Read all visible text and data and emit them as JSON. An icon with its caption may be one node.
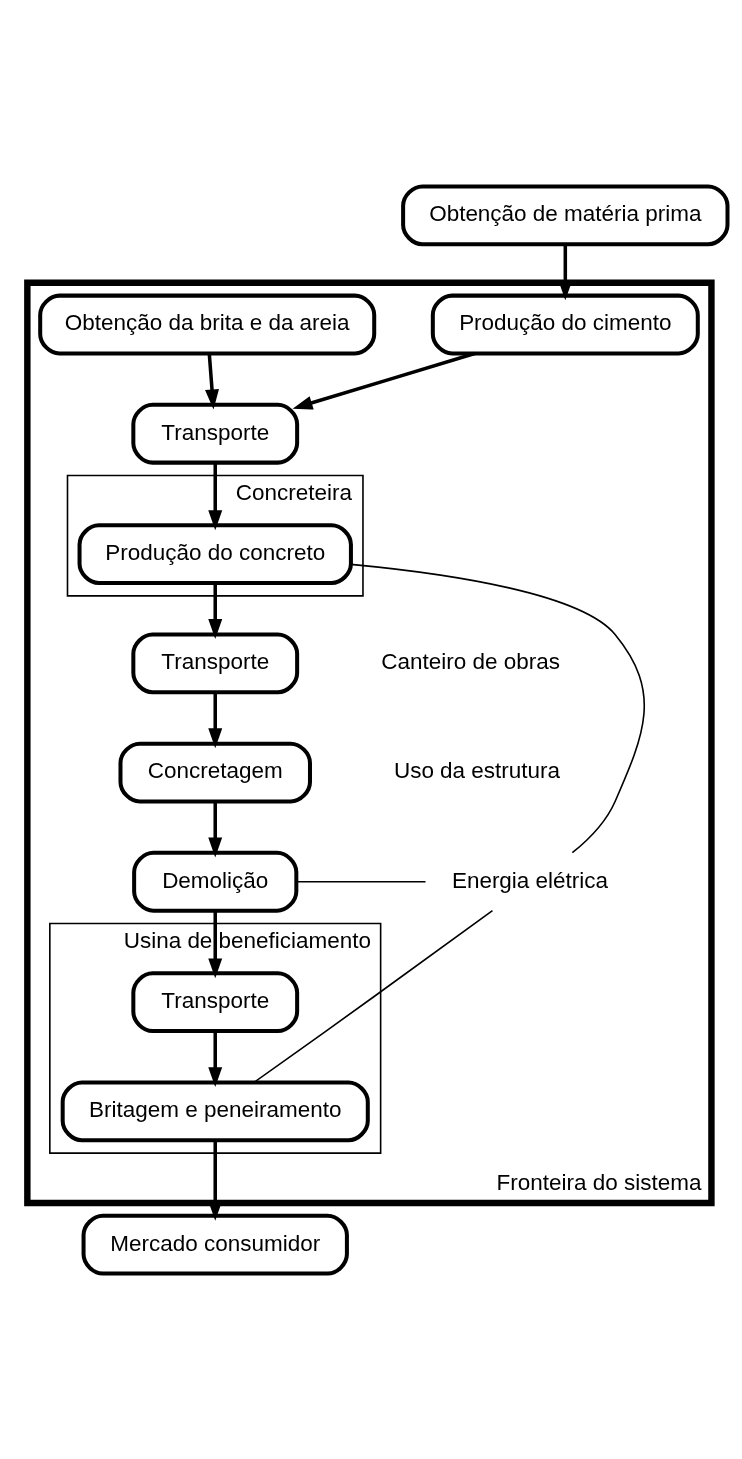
{
  "diagram": {
    "nodes": [
      {
        "text": [
          "Obtenção de matéria prima"
        ]
      },
      {
        "text": [
          "Fronteira do sistema"
        ]
      },
      {
        "text": [
          "Produção do cimento"
        ],
        "in": 1
      },
      {
        "text": [
          "Obtenção da brita e da areia"
        ],
        "in": 1
      },
      {
        "text": [
          "Transporte"
        ],
        "in": 1
      },
      {
        "text": [
          "Concreteira"
        ],
        "in": 1
      },
      {
        "text": [
          "Produção do concreto"
        ],
        "in": 5
      },
      {
        "text": [
          "Transporte"
        ],
        "in": 1
      },
      {
        "text": [
          "Concretagem"
        ],
        "in": 1
      },
      {
        "text": [
          "Demolição"
        ],
        "in": 1
      },
      {
        "text": [
          "Usina de beneficiamento"
        ],
        "in": 1
      },
      {
        "text": [
          "Transporte"
        ],
        "in": 10
      },
      {
        "text": [
          "Britagem e peneiramento"
        ],
        "in": 10
      },
      {
        "text": [
          "Mercado consumidor"
        ]
      },
      {
        "text": [
          "Energia elétrica"
        ],
        "in": 1
      }
    ],
    "edges": [
      {
        "from": 0,
        "to": 2,
        "arrow": "to"
      },
      {
        "from": 2,
        "to": 4,
        "arrow": "to"
      },
      {
        "from": 3,
        "to": 4,
        "arrow": "to"
      },
      {
        "from": 4,
        "to": 6,
        "arrow": "to"
      },
      {
        "from": 6,
        "to": 7,
        "arrow": "to"
      },
      {
        "from": 7,
        "to": 8,
        "arrow": "to"
      },
      {
        "from": 8,
        "to": 9,
        "arrow": "to"
      },
      {
        "from": 9,
        "to": 11,
        "arrow": "to"
      },
      {
        "from": 11,
        "to": 12,
        "arrow": "to"
      },
      {
        "from": 12,
        "to": 13,
        "arrow": "to"
      },
      {
        "from": 14,
        "to": 6,
        "arrow": "none"
      },
      {
        "from": 14,
        "to": 9,
        "arrow": "none"
      },
      {
        "from": 14,
        "to": 12,
        "arrow": "none"
      }
    ],
    "labels": [
      "Canteiro de obras",
      "Uso da estrutura"
    ]
  }
}
